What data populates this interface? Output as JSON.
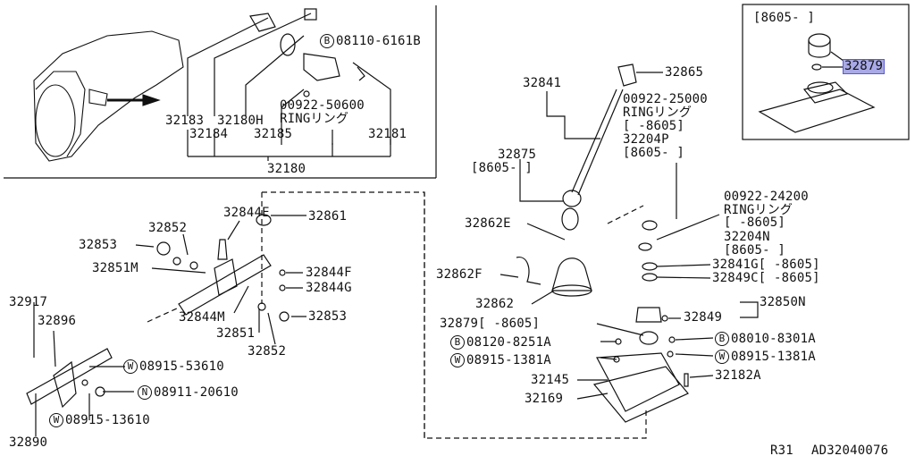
{
  "diagram": {
    "footer": {
      "ref": "R31",
      "code": "AD32040076"
    },
    "inset": {
      "date_range": "[8605-      ]",
      "part": "32879"
    },
    "left_top": {
      "bolt": "08110-6161B",
      "bolt_symbol": "B",
      "p32183": "32183",
      "p32180H": "32180H",
      "ring_no": "00922-50600",
      "ring_txt": "RINGリング",
      "p32184": "32184",
      "p32185": "32185",
      "p32181": "32181",
      "p32180": "32180"
    },
    "left_bottom": {
      "p32844E": "32844E",
      "p32861": "32861",
      "p32852a": "32852",
      "p32853a": "32853",
      "p32851M": "32851M",
      "p32844F": "32844F",
      "p32844G": "32844G",
      "p32917": "32917",
      "p32896": "32896",
      "p32844M": "32844M",
      "p32853b": "32853",
      "p32851": "32851",
      "p32852b": "32852",
      "w1": "08915-53610",
      "n1": "08911-20610",
      "w2": "08915-13610",
      "p32890": "32890",
      "w_symbol": "W",
      "n_symbol": "N"
    },
    "right": {
      "p32841": "32841",
      "p32865": "32865",
      "ring1_no": "00922-25000",
      "ring1_txt": "RINGリング",
      "ring1_date": "[      -8605]",
      "p32204P": "32204P",
      "p32204P_date": "[8605-      ]",
      "p32875": "32875",
      "p32875_date": "[8605-      ]",
      "ring2_no": "00922-24200",
      "ring2_txt": "RINGリング",
      "ring2_date": "[      -8605]",
      "p32204N": "32204N",
      "p32204N_date": "[8605-      ]",
      "p32862E": "32862E",
      "p32841G": "32841G[      -8605]",
      "p32849C": "32849C[      -8605]",
      "p32862F": "32862F",
      "p32862": "32862",
      "p32850N": "32850N",
      "p32849": "32849",
      "p32879": "32879[      -8605]",
      "b1": "08120-8251A",
      "b2": "08010-8301A",
      "w3": "08915-1381A",
      "w4": "08915-1381A",
      "p32145": "32145",
      "p32182A": "32182A",
      "p32169": "32169",
      "b_symbol": "B"
    }
  }
}
